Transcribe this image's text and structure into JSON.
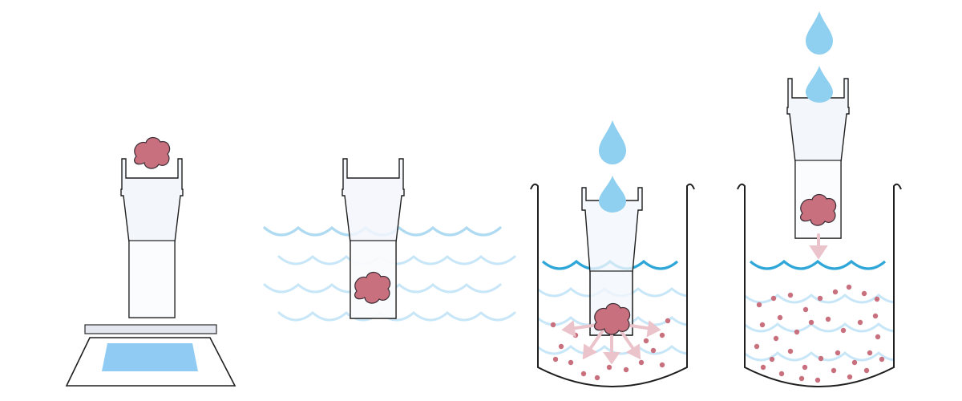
{
  "diagram": {
    "panels": [
      {
        "id": "panel-1-weigh-sample",
        "elements": [
          "sample-blob-icon",
          "filter-tube",
          "weighing-scale-icon"
        ]
      },
      {
        "id": "panel-2-hydrate-sample",
        "elements": [
          "filter-tube",
          "sample-blob-icon",
          "water-waves"
        ]
      },
      {
        "id": "panel-3-soak-in-beaker",
        "elements": [
          "water-drop-icon",
          "filter-tube",
          "beaker",
          "sample-blob-icon",
          "diffusion-arrows",
          "released-particles"
        ]
      },
      {
        "id": "panel-4-drain-and-reweigh",
        "elements": [
          "water-drop-icon",
          "filter-tube",
          "sample-blob-icon",
          "drain-arrow",
          "beaker",
          "released-particles"
        ]
      }
    ],
    "colors": {
      "sample": "#C9707E",
      "sample_outline": "#3a2d36",
      "particle": "#C9707E",
      "water_drop": "#8FCFEF",
      "wave_strong": "#2EA6D8",
      "wave_light": "#BFE3F6",
      "scale_pad": "#8FCBF2",
      "arrow": "#EBC3CB",
      "outline": "#1f1f1f",
      "tube_fill": "#F3F6FB"
    }
  }
}
